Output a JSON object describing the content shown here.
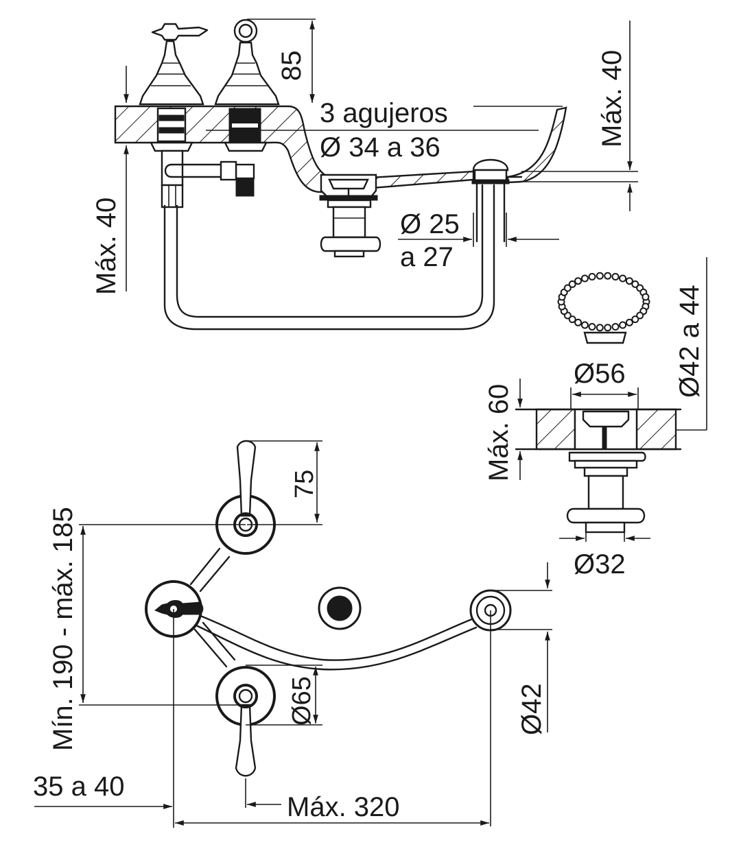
{
  "drawing": {
    "title": "Bidet mixer installation dimensions",
    "colors": {
      "ink": "#1a1a1a",
      "background": "#ffffff"
    },
    "side_view": {
      "labels": {
        "handle_height": "85",
        "holes": "3 agujeros",
        "hole_diameter": "Ø 34 a 36",
        "deck_thickness_left": "Máx. 40",
        "deck_thickness_right": "Máx. 40",
        "pop_up_hole_line1": "Ø 25",
        "pop_up_hole_line2": "a 27"
      }
    },
    "drain_detail": {
      "labels": {
        "flange_diameter": "Ø56",
        "hole_diameter": "Ø42 a 44",
        "max_thickness": "Máx. 60",
        "tail_diameter": "Ø32"
      }
    },
    "top_view": {
      "labels": {
        "handle_length": "75",
        "center_distance": "Mín. 190 - máx. 185",
        "escutcheon_diameter": "Ø65",
        "spray_diameter": "Ø42",
        "offset": "35 a 40",
        "max_length": "Máx. 320"
      }
    }
  }
}
